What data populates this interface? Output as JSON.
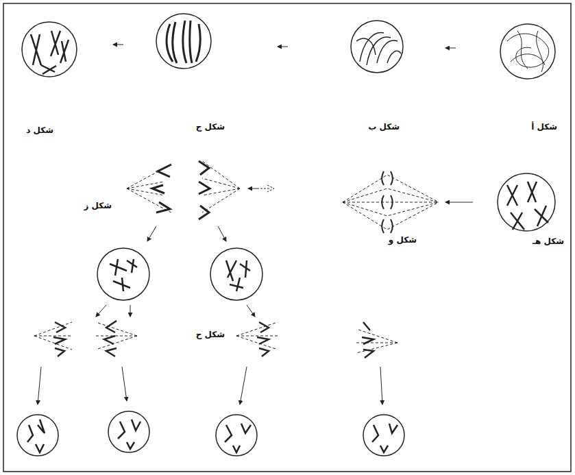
{
  "diagram": {
    "labels": [
      "شكل أ",
      "شكل ب",
      "شكل ج",
      "شكل د",
      "شكل هـ",
      "شكل و",
      "شكل ز",
      "شكل ح"
    ]
  }
}
